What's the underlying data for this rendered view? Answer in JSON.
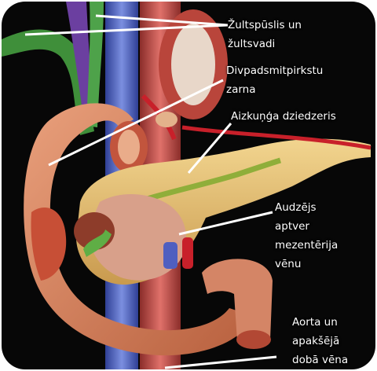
{
  "labels": {
    "gallbladder": [
      "Žultspūslis un",
      "žultsvadi"
    ],
    "duodenum": [
      "Divpadsmitpirkstu",
      "zarna"
    ],
    "pancreas": [
      "Aizkuņģa dziedzeris"
    ],
    "tumor": [
      "Audzējs",
      "aptver",
      "mezentērija",
      "vēnu"
    ],
    "aorta": [
      "Aorta un",
      "apakšējā",
      "dobā vēna"
    ]
  },
  "colors": {
    "background": "#070707",
    "leader_line": "#ffffff",
    "label_text": "#ffffff",
    "duodenum": "#d98c6b",
    "pancreas": "#e9c67c",
    "tumor": "#d8a08a",
    "gallbladder_green": "#3f8f3a",
    "bile_duct_purple": "#6b3fa0",
    "vein_blue": "#5a6fc8",
    "artery_red": "#c8202a"
  }
}
